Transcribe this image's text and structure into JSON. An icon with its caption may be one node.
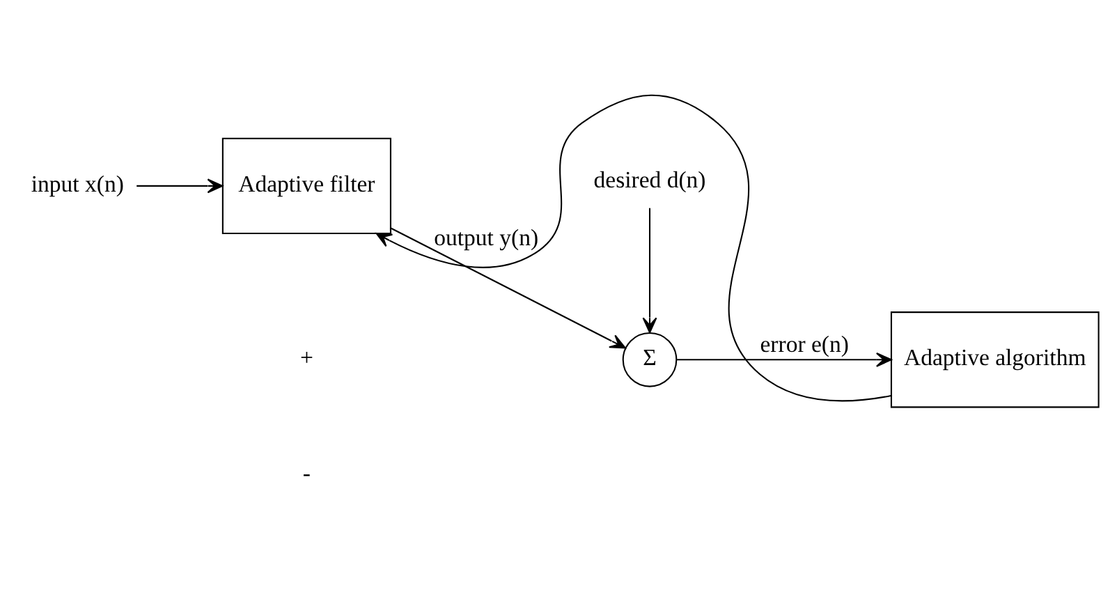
{
  "diagram": {
    "nodes": [
      {
        "text": [
          "input x(n)"
        ]
      },
      {
        "text": [
          "Adaptive filter"
        ]
      },
      {
        "text": [
          "Σ"
        ]
      },
      {
        "text": [
          "desired d(n)"
        ]
      },
      {
        "text": [
          "Adaptive algorithm"
        ]
      }
    ],
    "edges": [
      {
        "from": 0,
        "to": 1,
        "arrow": "to"
      },
      {
        "from": 1,
        "to": 2,
        "arrow": "to",
        "label": "output y(n)"
      },
      {
        "from": 3,
        "to": 2,
        "arrow": "to"
      },
      {
        "from": 2,
        "to": 4,
        "arrow": "to",
        "label": "error e(n)"
      },
      {
        "from": 4,
        "to": 1,
        "arrow": "to"
      }
    ],
    "labels": [
      "+",
      "-"
    ]
  }
}
